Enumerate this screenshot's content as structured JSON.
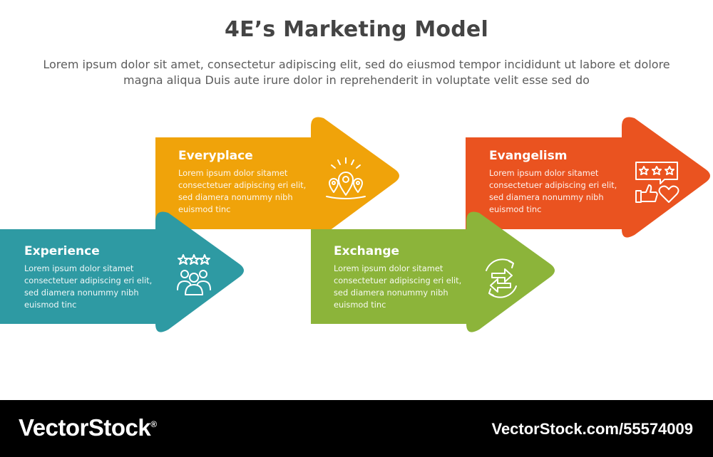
{
  "header": {
    "title": "4E’s Marketing Model",
    "subtitle": "Lorem ipsum dolor sit amet, consectetur adipiscing elit, sed do eiusmod tempor incididunt ut labore et dolore magna aliqua Duis aute irure dolor in reprehenderit in voluptate velit esse sed do"
  },
  "steps": [
    {
      "title": "Experience",
      "body": "Lorem ipsum dolor sitamet consectetuer adipiscing eri elit, sed diamera nonummy nibh euismod tinc",
      "icon": "rating-people-icon",
      "color": "#2E9AA3"
    },
    {
      "title": "Everyplace",
      "body": "Lorem ipsum dolor sitamet consectetuer adipiscing eri elit, sed diamera nonummy nibh euismod tinc",
      "icon": "location-pins-icon",
      "color": "#F0A30A"
    },
    {
      "title": "Exchange",
      "body": "Lorem ipsum dolor sitamet consectetuer adipiscing eri elit, sed diamera nonummy nibh euismod tinc",
      "icon": "exchange-arrows-icon",
      "color": "#8CB43A"
    },
    {
      "title": "Evangelism",
      "body": "Lorem ipsum dolor sitamet consectetuer adipiscing eri elit, sed diamera nonummy nibh euismod tinc",
      "icon": "review-like-heart-icon",
      "color": "#EA5320"
    }
  ],
  "footer": {
    "brand": "VectorStock",
    "brand_mark": "®",
    "url": "VectorStock.com/55574009"
  }
}
